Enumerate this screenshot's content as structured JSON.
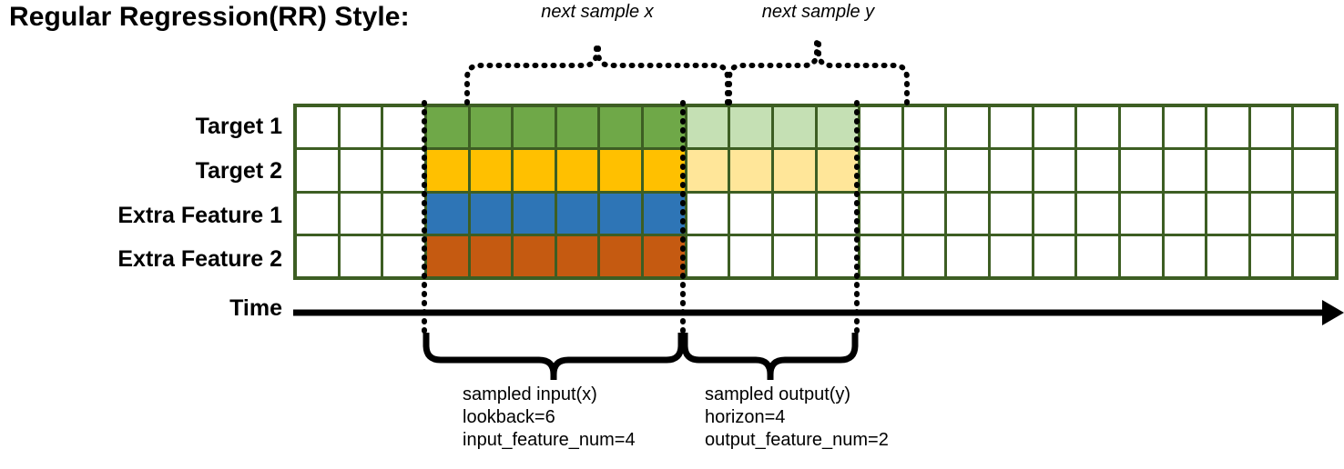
{
  "title": "Regular Regression(RR) Style:",
  "top_brackets": [
    {
      "label": "next sample x"
    },
    {
      "label": "next sample y"
    }
  ],
  "rows": [
    {
      "label": "Target 1",
      "fill": "#6fa848",
      "fill_light": "#c5e0b4",
      "has_light": true
    },
    {
      "label": "Target 2",
      "fill": "#ffc000",
      "fill_light": "#ffe699",
      "has_light": true
    },
    {
      "label": "Extra Feature 1",
      "fill": "#2e75b6",
      "fill_light": "#ffffff",
      "has_light": false
    },
    {
      "label": "Extra Feature 2",
      "fill": "#c55a11",
      "fill_light": "#ffffff",
      "has_light": false
    }
  ],
  "grid": {
    "total_columns": 24,
    "lead_blank_columns": 3,
    "input_columns": 6,
    "output_columns": 4,
    "trail_blank_columns": 11,
    "border_color": "#3d5e23",
    "empty_color": "#ffffff"
  },
  "axis": {
    "label": "Time"
  },
  "bottom_brackets": [
    {
      "lines": [
        "sampled input(x)",
        "lookback=6",
        "input_feature_num=4"
      ]
    },
    {
      "lines": [
        "sampled output(y)",
        "horizon=4",
        "output_feature_num=2"
      ]
    }
  ]
}
